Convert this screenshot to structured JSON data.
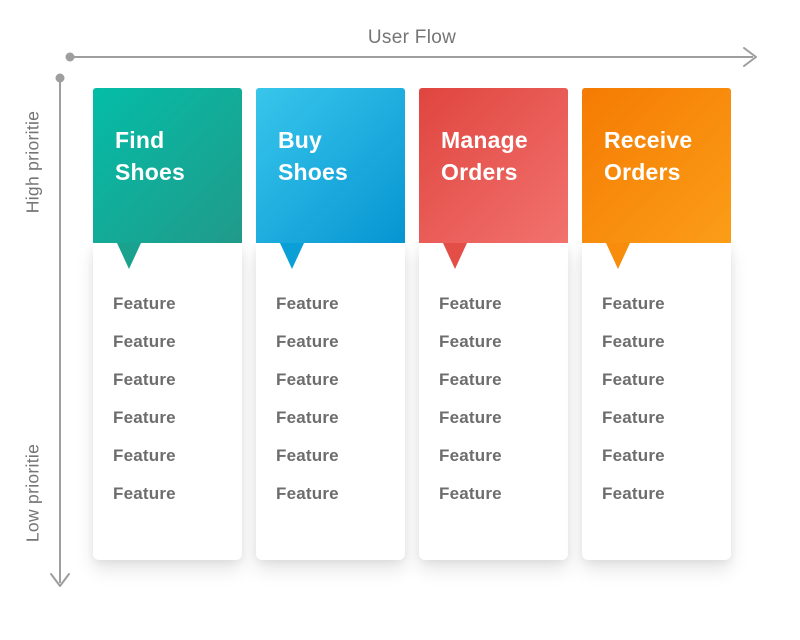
{
  "diagram": {
    "flow_axis": {
      "label": "User Flow"
    },
    "priority_axis": {
      "top_label": "High prioritie",
      "bottom_label": "Low prioritie"
    },
    "columns": [
      {
        "title": "Find Shoes",
        "gradient_start": "#04bda7",
        "gradient_end": "#219a8a",
        "tail_color": "#1aa28f",
        "features": [
          "Feature",
          "Feature",
          "Feature",
          "Feature",
          "Feature",
          "Feature"
        ]
      },
      {
        "title": "Buy Shoes",
        "gradient_start": "#38c6ec",
        "gradient_end": "#0795d2",
        "tail_color": "#0b9fd8",
        "features": [
          "Feature",
          "Feature",
          "Feature",
          "Feature",
          "Feature",
          "Feature"
        ]
      },
      {
        "title": "Manage Orders",
        "gradient_start": "#e0453f",
        "gradient_end": "#f2726e",
        "tail_color": "#e34e47",
        "features": [
          "Feature",
          "Feature",
          "Feature",
          "Feature",
          "Feature",
          "Feature"
        ]
      },
      {
        "title": "Receive Orders",
        "gradient_start": "#f57b03",
        "gradient_end": "#fb9d17",
        "tail_color": "#f78c0d",
        "features": [
          "Feature",
          "Feature",
          "Feature",
          "Feature",
          "Feature",
          "Feature"
        ]
      }
    ],
    "colors": {
      "axis": "#9e9e9e",
      "axis_label_text": "#757575",
      "feature_text": "#6d6d6d",
      "header_text": "#ffffff",
      "background": "#ffffff"
    }
  }
}
